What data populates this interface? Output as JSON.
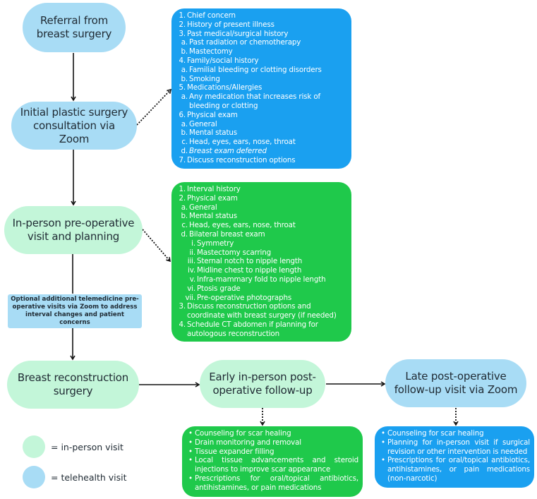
{
  "colors": {
    "telehealth_node": "#a8dcf5",
    "inperson_node": "#c3f6d9",
    "telehealth_panel": "#1aa0f0",
    "inperson_panel": "#1fc94b",
    "arrow": "#111111"
  },
  "nodes": {
    "referral": "Referral from breast surgery",
    "initial_consult": "Initial plastic surgery consultation via Zoom",
    "preop_visit": "In-person pre-operative visit and planning",
    "surgery": "Breast reconstruction surgery",
    "early_followup": "Early in-person post-operative follow-up",
    "late_followup": "Late post-operative follow-up visit via Zoom"
  },
  "optional_note": "Optional additional telemedicine pre-operative visits via Zoom to address interval changes and patient concerns",
  "initial_consult_panel": [
    {
      "level": 1,
      "marker": "1.",
      "text": "Chief concern"
    },
    {
      "level": 1,
      "marker": "2.",
      "text": "History of present illness"
    },
    {
      "level": 1,
      "marker": "3.",
      "text": "Past medical/surgical history"
    },
    {
      "level": 2,
      "marker": "a.",
      "text": "Past radiation or chemotherapy"
    },
    {
      "level": 2,
      "marker": "b.",
      "text": "Mastectomy"
    },
    {
      "level": 1,
      "marker": "4.",
      "text": "Family/social history"
    },
    {
      "level": 2,
      "marker": "a.",
      "text": "Familial bleeding or clotting disorders"
    },
    {
      "level": 2,
      "marker": "b.",
      "text": "Smoking"
    },
    {
      "level": 1,
      "marker": "5.",
      "text": "Medications/Allergies"
    },
    {
      "level": 2,
      "marker": "a.",
      "text": "Any medication that increases risk of bleeding or clotting"
    },
    {
      "level": 1,
      "marker": "6.",
      "text": "Physical exam"
    },
    {
      "level": 2,
      "marker": "a.",
      "text": "General"
    },
    {
      "level": 2,
      "marker": "b.",
      "text": "Mental status"
    },
    {
      "level": 2,
      "marker": "c.",
      "text": "Head, eyes, ears, nose, throat"
    },
    {
      "level": 2,
      "marker": "d.",
      "text": "Breast exam deferred",
      "italic": true
    },
    {
      "level": 1,
      "marker": "7.",
      "text": "Discuss reconstruction options"
    }
  ],
  "preop_panel": [
    {
      "level": 1,
      "marker": "1.",
      "text": "Interval history"
    },
    {
      "level": 1,
      "marker": "2.",
      "text": "Physical exam"
    },
    {
      "level": 2,
      "marker": "a.",
      "text": "General"
    },
    {
      "level": 2,
      "marker": "b.",
      "text": "Mental status"
    },
    {
      "level": 2,
      "marker": "c.",
      "text": "Head, eyes, ears, nose, throat"
    },
    {
      "level": 2,
      "marker": "d.",
      "text": "Bilateral breast exam"
    },
    {
      "level": 3,
      "marker": "i.",
      "text": "Symmetry"
    },
    {
      "level": 3,
      "marker": "ii.",
      "text": "Mastectomy scarring"
    },
    {
      "level": 3,
      "marker": "iii.",
      "text": "Sternal notch to nipple length"
    },
    {
      "level": 3,
      "marker": "iv.",
      "text": "Midline chest to nipple length"
    },
    {
      "level": 3,
      "marker": "v.",
      "text": "Infra-mammary fold to nipple length"
    },
    {
      "level": 3,
      "marker": "vi.",
      "text": "Ptosis grade"
    },
    {
      "level": 3,
      "marker": "vii.",
      "text": "Pre-operative photographs"
    },
    {
      "level": 1,
      "marker": "3.",
      "text": "Discuss reconstruction options and coordinate with breast surgery (if needed)"
    },
    {
      "level": 1,
      "marker": "4.",
      "text": "Schedule CT abdomen if planning for autologous reconstruction"
    }
  ],
  "early_followup_panel": [
    "Counseling for scar healing",
    "Drain monitoring and removal",
    "Tissue expander filling",
    "Local tissue advancements and steroid injections to improve scar appearance",
    "Prescriptions for oral/topical antibiotics, antihistamines, or pain medications"
  ],
  "late_followup_panel": [
    "Counseling for scar healing",
    "Planning for in-person visit if surgical revision or other intervention is needed",
    "Prescriptions for oral/topical antibiotics, antihistamines, or pain medications (non-narcotic)"
  ],
  "legend": {
    "inperson_label": "= in-person visit",
    "telehealth_label": "= telehealth visit"
  }
}
